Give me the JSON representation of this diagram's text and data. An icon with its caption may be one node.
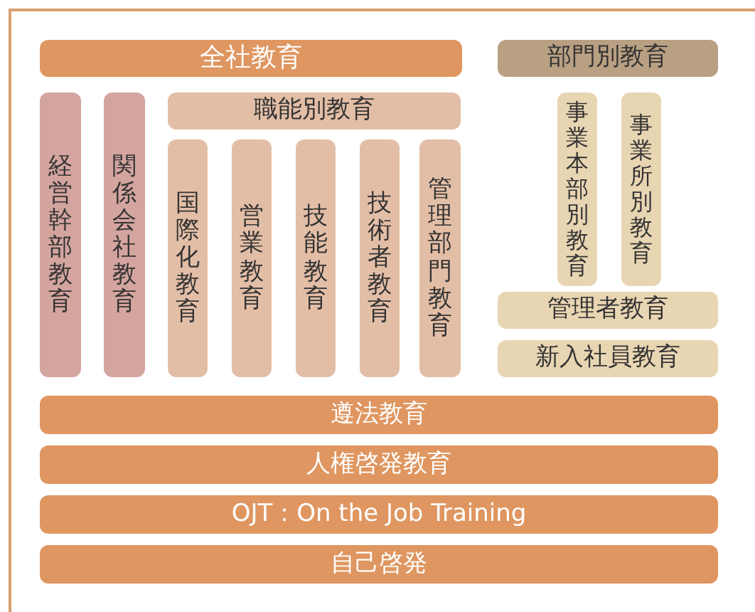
{
  "diagram": {
    "nodes": [
      {
        "text": [
          "全社教育"
        ]
      },
      {
        "text": [
          "部門別教育"
        ]
      },
      {
        "text": [
          "経営幹部教育"
        ]
      },
      {
        "text": [
          "関係会社教育"
        ]
      },
      {
        "text": [
          "職能別教育"
        ]
      },
      {
        "text": [
          "国際化教育"
        ]
      },
      {
        "text": [
          "営業教育"
        ]
      },
      {
        "text": [
          "技能教育"
        ]
      },
      {
        "text": [
          "技術者教育"
        ]
      },
      {
        "text": [
          "管理部門教育"
        ]
      },
      {
        "text": [
          "事業本部別教育"
        ]
      },
      {
        "text": [
          "事業所別教育"
        ]
      },
      {
        "text": [
          "管理者教育"
        ]
      },
      {
        "text": [
          "新入社員教育"
        ]
      },
      {
        "text": [
          "遵法教育"
        ]
      },
      {
        "text": [
          "人権啓発教育"
        ]
      },
      {
        "text": [
          "OJT：On the Job Training"
        ]
      },
      {
        "text": [
          "自己啓発"
        ]
      }
    ]
  }
}
